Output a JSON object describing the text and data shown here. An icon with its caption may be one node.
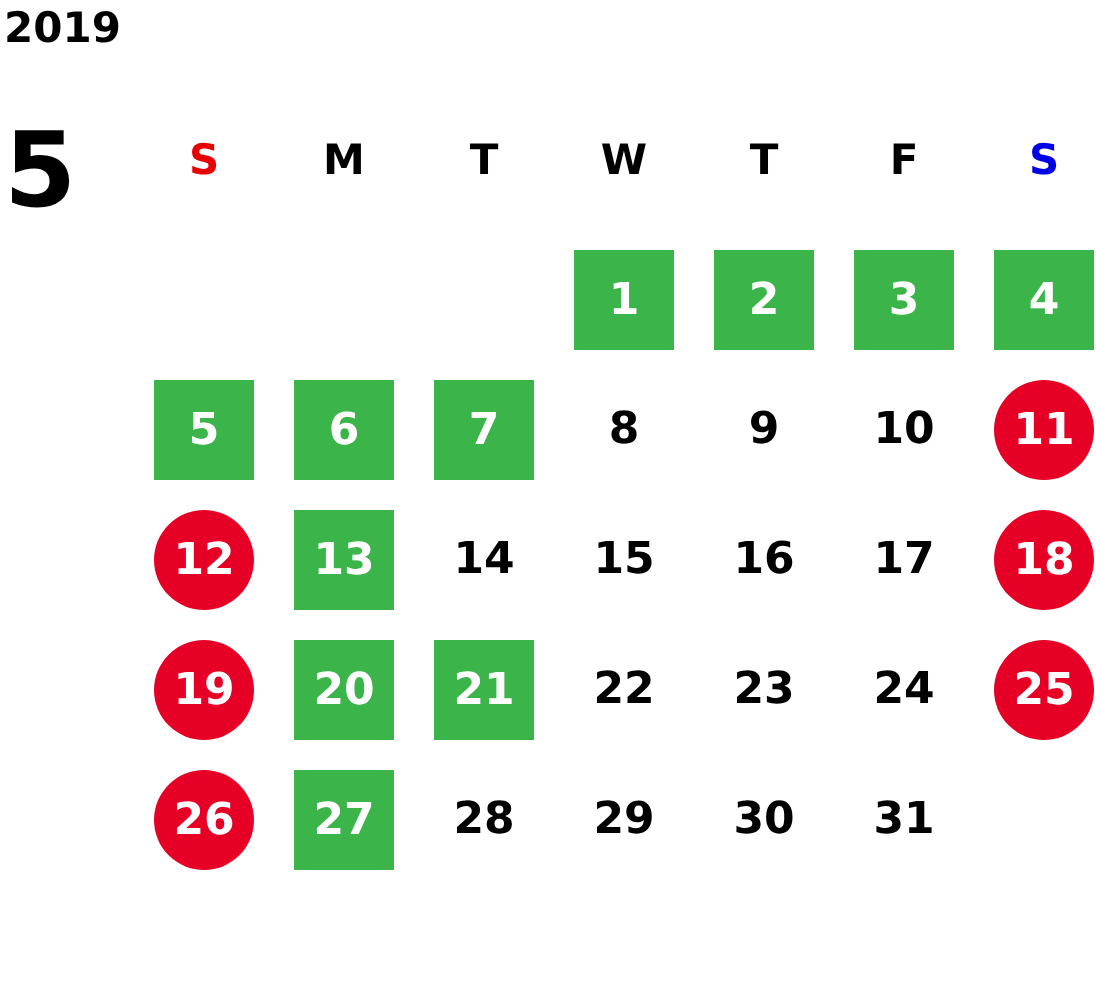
{
  "diagram": {
    "nodes": [
      {
        "text": [
          "1"
        ]
      },
      {
        "text": [
          "2"
        ]
      },
      {
        "text": [
          "3"
        ]
      },
      {
        "text": [
          "4"
        ]
      },
      {
        "text": [
          "5"
        ]
      },
      {
        "text": [
          "6"
        ]
      },
      {
        "text": [
          "7"
        ]
      },
      {
        "text": [
          "11"
        ]
      },
      {
        "text": [
          "12"
        ]
      },
      {
        "text": [
          "13"
        ]
      },
      {
        "text": [
          "18"
        ]
      },
      {
        "text": [
          "19"
        ]
      },
      {
        "text": [
          "20"
        ]
      },
      {
        "text": [
          "21"
        ]
      },
      {
        "text": [
          "25"
        ]
      },
      {
        "text": [
          "26"
        ]
      },
      {
        "text": [
          "27"
        ]
      }
    ],
    "labels": [
      "2019",
      "5",
      "S",
      "M",
      "T",
      "W",
      "T",
      "F",
      "S",
      "8",
      "9",
      "10",
      "14",
      "15",
      "16",
      "17",
      "22",
      "23",
      "24",
      "28",
      "29",
      "30",
      "31"
    ]
  }
}
